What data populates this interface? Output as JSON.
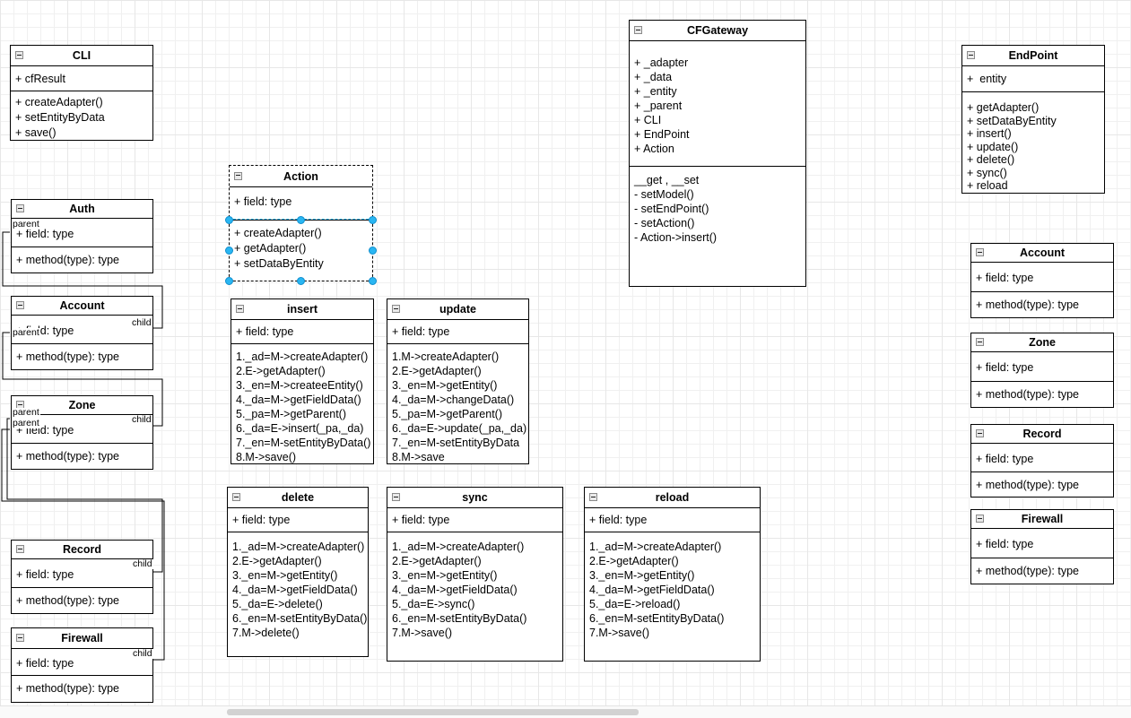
{
  "labels": {
    "parent": "parent",
    "child": "child"
  },
  "classes": {
    "cli": {
      "title": "CLI",
      "attrs": [
        "+ cfResult"
      ],
      "methods": [
        "+ createAdapter()",
        "+ setEntityByData",
        "+ save()"
      ]
    },
    "auth": {
      "title": "Auth",
      "attrs": [
        "+ field: type"
      ],
      "methods": [
        "+ method(type): type"
      ]
    },
    "account_l": {
      "title": "Account",
      "attrs": [
        "+ field: type"
      ],
      "methods": [
        "+ method(type): type"
      ]
    },
    "zone_l": {
      "title": "Zone",
      "attrs": [
        "+ field: type"
      ],
      "methods": [
        "+ method(type): type"
      ]
    },
    "record_l": {
      "title": "Record",
      "attrs": [
        "+ field: type"
      ],
      "methods": [
        "+ method(type): type"
      ]
    },
    "firewall_l": {
      "title": "Firewall",
      "attrs": [
        "+ field: type"
      ],
      "methods": [
        "+ method(type): type"
      ]
    },
    "action": {
      "title": "Action",
      "attrs": [
        "+ field: type"
      ],
      "methods": [
        "+ createAdapter()",
        "+ getAdapter()",
        "+ setDataByEntity"
      ]
    },
    "insert": {
      "title": "insert",
      "attrs": [
        "+ field: type"
      ],
      "methods": [
        "1._ad=M->createAdapter()",
        "2.E->getAdapter()",
        "3._en=M->createeEntity()",
        "4._da=M->getFieldData()",
        "5._pa=M->getParent()",
        "6._da=E->insert(_pa,_da)",
        "7._en=M-setEntityByData()",
        "8.M->save()"
      ]
    },
    "update": {
      "title": "update",
      "attrs": [
        "+ field: type"
      ],
      "methods": [
        "1.M->createAdapter()",
        "2.E->getAdapter()",
        "3._en=M->getEntity()",
        "4._da=M->changeData()",
        "5._pa=M->getParent()",
        "6._da=E->update(_pa,_da)",
        "7._en=M-setEntityByData",
        "8.M->save"
      ]
    },
    "delete": {
      "title": "delete",
      "attrs": [
        "+ field: type"
      ],
      "methods": [
        "1._ad=M->createAdapter()",
        "2.E->getAdapter()",
        "3._en=M->getEntity()",
        "4._da=M->getFieldData()",
        "5._da=E->delete()",
        "6._en=M-setEntityByData()",
        "7.M->delete()"
      ]
    },
    "sync": {
      "title": "sync",
      "attrs": [
        "+ field: type"
      ],
      "methods": [
        "1._ad=M->createAdapter()",
        "2.E->getAdapter()",
        "3._en=M->getEntity()",
        "4._da=M->getFieldData()",
        "5._da=E->sync()",
        "6._en=M-setEntityByData()",
        "7.M->save()"
      ]
    },
    "reload": {
      "title": "reload",
      "attrs": [
        "+ field: type"
      ],
      "methods": [
        "1._ad=M->createAdapter()",
        "2.E->getAdapter()",
        "3._en=M->getEntity()",
        "4._da=M->getFieldData()",
        "5._da=E->reload()",
        "6._en=M-setEntityByData()",
        "7.M->save()"
      ]
    },
    "cfgateway": {
      "title": "CFGateway",
      "attrs": [
        "+ _adapter",
        "+ _data",
        "+ _entity",
        "+ _parent",
        "+ CLI",
        "+ EndPoint",
        "+ Action"
      ],
      "methods": [
        "__get , __set",
        "- setModel()",
        "- setEndPoint()",
        "- setAction()",
        "- Action->insert()"
      ]
    },
    "endpoint": {
      "title": "EndPoint",
      "attrs": [
        "+  entity"
      ],
      "methods": [
        "+ getAdapter()",
        "+ setDataByEntity",
        "+ insert()",
        "+ update()",
        "+ delete()",
        "+ sync()",
        "+ reload"
      ]
    },
    "account_r": {
      "title": "Account",
      "attrs": [
        "+ field: type"
      ],
      "methods": [
        "+ method(type): type"
      ]
    },
    "zone_r": {
      "title": "Zone",
      "attrs": [
        "+ field: type"
      ],
      "methods": [
        "+ method(type): type"
      ]
    },
    "record_r": {
      "title": "Record",
      "attrs": [
        "+ field: type"
      ],
      "methods": [
        "+ method(type): type"
      ]
    },
    "firewall_r": {
      "title": "Firewall",
      "attrs": [
        "+ field: type"
      ],
      "methods": [
        "+ method(type): type"
      ]
    }
  },
  "selection": {
    "handle_color": "#29b6f2",
    "outline_color": "#29b6f2"
  }
}
